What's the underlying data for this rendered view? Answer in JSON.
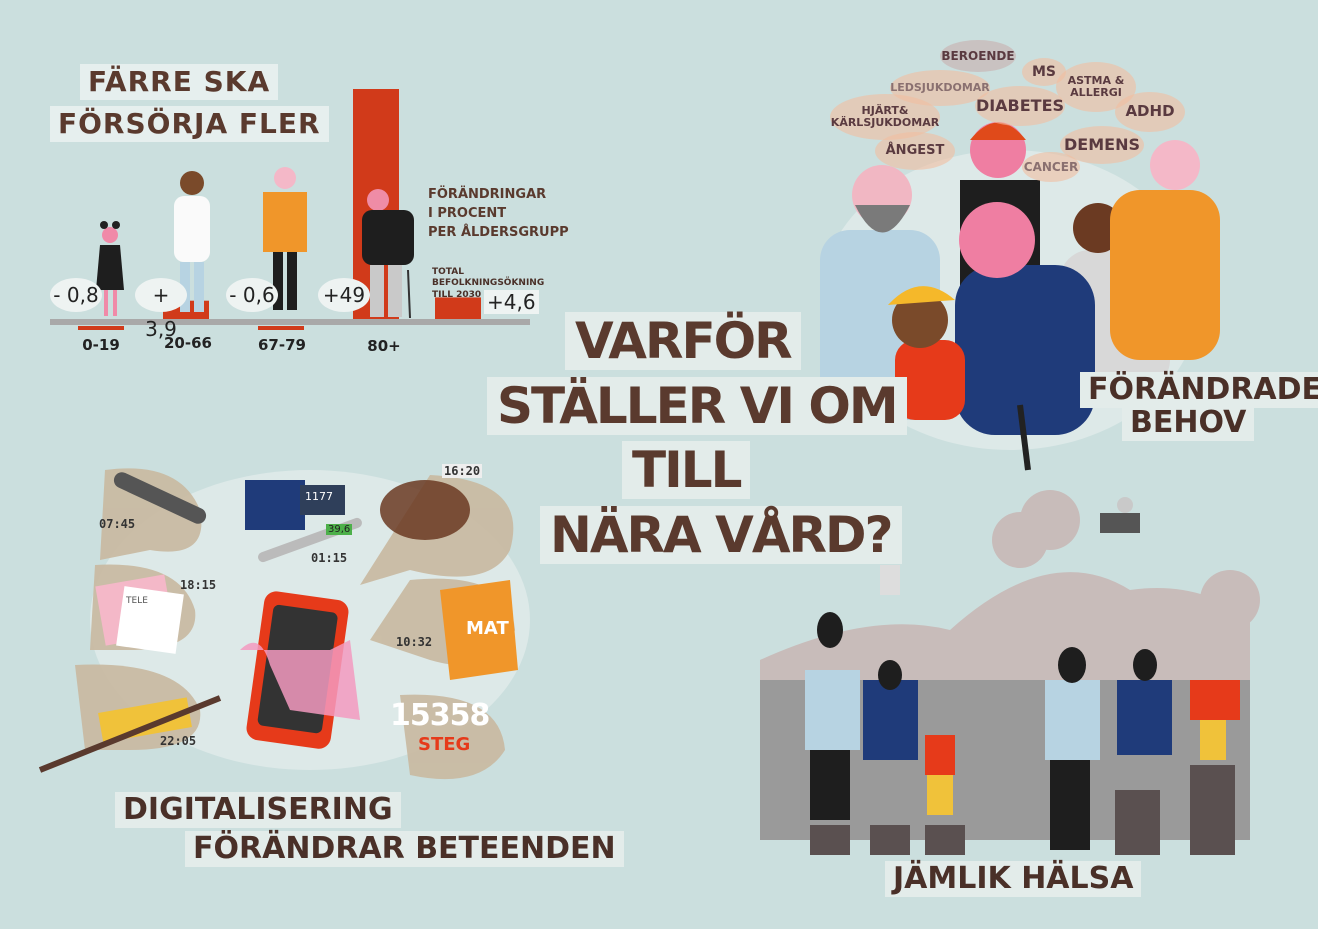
{
  "population": {
    "title_line1": "FÄRRE SKA",
    "title_line2": "FÖRSÖRJA FLER",
    "legend": [
      "FÖRÄNDRINGAR",
      "I PROCENT",
      "PER ÅLDERSGRUPP"
    ],
    "total_label": [
      "TOTAL",
      "BEFOLKNINGSÖKNING",
      "TILL 2030"
    ]
  },
  "chart_data": {
    "type": "bar",
    "title": "FÄRRE SKA FÖRSÖRJA FLER",
    "categories": [
      "0-19",
      "20-66",
      "67-79",
      "80+",
      "TOTAL BEFOLKNINGSÖKNING TILL 2030"
    ],
    "values": [
      -0.8,
      3.9,
      -0.6,
      49,
      4.6
    ],
    "value_labels": [
      "- 0,8",
      "+ 3,9",
      "- 0,6",
      "+49",
      "+4,6"
    ],
    "ylabel": "FÖRÄNDRINGAR I PROCENT PER ÅLDERSGRUPP",
    "bar_color": "#d13a1a",
    "baseline_color": "#a9a9a9"
  },
  "center": {
    "lines": [
      "VARFÖR",
      "STÄLLER VI OM",
      "TILL",
      "NÄRA VÅRD?"
    ]
  },
  "needs": {
    "title_line1": "FÖRÄNDRADE",
    "title_line2": "BEHOV",
    "diseases": [
      "BEROENDE",
      "LEDSJUKDOMAR",
      "MS",
      "ASTMA & ALLERGI",
      "HJÄRT& KÄRLSJUKDOMAR",
      "DIABETES",
      "ADHD",
      "ÅNGEST",
      "DEMENS",
      "CANCER"
    ]
  },
  "digital": {
    "title_line1": "DIGITALISERING",
    "title_line2": "FÖRÄNDRAR BETEENDEN",
    "times": [
      "07:45",
      "18:15",
      "22:05",
      "16:20",
      "01:15",
      "10:32"
    ],
    "laptop_text": "1177",
    "thermometer_text": "39,6",
    "paper_text": "TELE",
    "bag_text": "MAT",
    "steps_number": "15358",
    "steps_label": "STEG"
  },
  "equity": {
    "title": "JÄMLIK HÄLSA"
  },
  "colors": {
    "background": "#cbdfde",
    "text_brown": "#5a3a2e",
    "accent_red": "#d13a1a",
    "orange": "#f0962a"
  }
}
